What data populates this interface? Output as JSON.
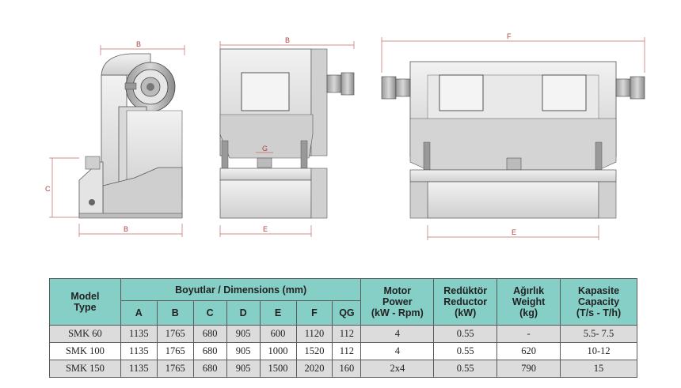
{
  "drawings": {
    "view1": {
      "top_dim": "B",
      "side_dim": "C",
      "bottom_dim": "B"
    },
    "view2": {
      "top_dim": "B",
      "mid_dim": "G",
      "bottom_dim": "E"
    },
    "view3": {
      "top_dim": "F",
      "bottom_dim": "E"
    }
  },
  "table": {
    "header_model_line1": "Model",
    "header_model_line2": "Type",
    "header_dimensions": "Boyutlar / Dimensions (mm)",
    "dim_columns": [
      "A",
      "B",
      "C",
      "D",
      "E",
      "F",
      "QG"
    ],
    "header_motor_line1": "Motor",
    "header_motor_line2": "Power",
    "header_motor_line3": "(kW - Rpm)",
    "header_reductor_line1": "Redüktör",
    "header_reductor_line2": "Reductor",
    "header_reductor_line3": "(kW)",
    "header_weight_line1": "Ağırlık",
    "header_weight_line2": "Weight",
    "header_weight_line3": "(kg)",
    "header_capacity_line1": "Kapasite",
    "header_capacity_line2": "Capacity",
    "header_capacity_line3": "(T/s - T/h)",
    "rows": [
      {
        "model": "SMK 60",
        "A": "1135",
        "B": "1765",
        "C": "680",
        "D": "905",
        "E": "600",
        "F": "1120",
        "QG": "112",
        "motor": "4",
        "reductor": "0.55",
        "weight": "-",
        "capacity": "5.5- 7.5"
      },
      {
        "model": "SMK 100",
        "A": "1135",
        "B": "1765",
        "C": "680",
        "D": "905",
        "E": "1000",
        "F": "1520",
        "QG": "112",
        "motor": "4",
        "reductor": "0.55",
        "weight": "620",
        "capacity": "10-12"
      },
      {
        "model": "SMK 150",
        "A": "1135",
        "B": "1765",
        "C": "680",
        "D": "905",
        "E": "1500",
        "F": "2020",
        "QG": "160",
        "motor": "2x4",
        "reductor": "0.55",
        "weight": "790",
        "capacity": "15"
      }
    ]
  },
  "colors": {
    "header_bg": "#86cfc7",
    "row_shade": "#dcdcdc",
    "dimension_line": "#c06a6a"
  }
}
